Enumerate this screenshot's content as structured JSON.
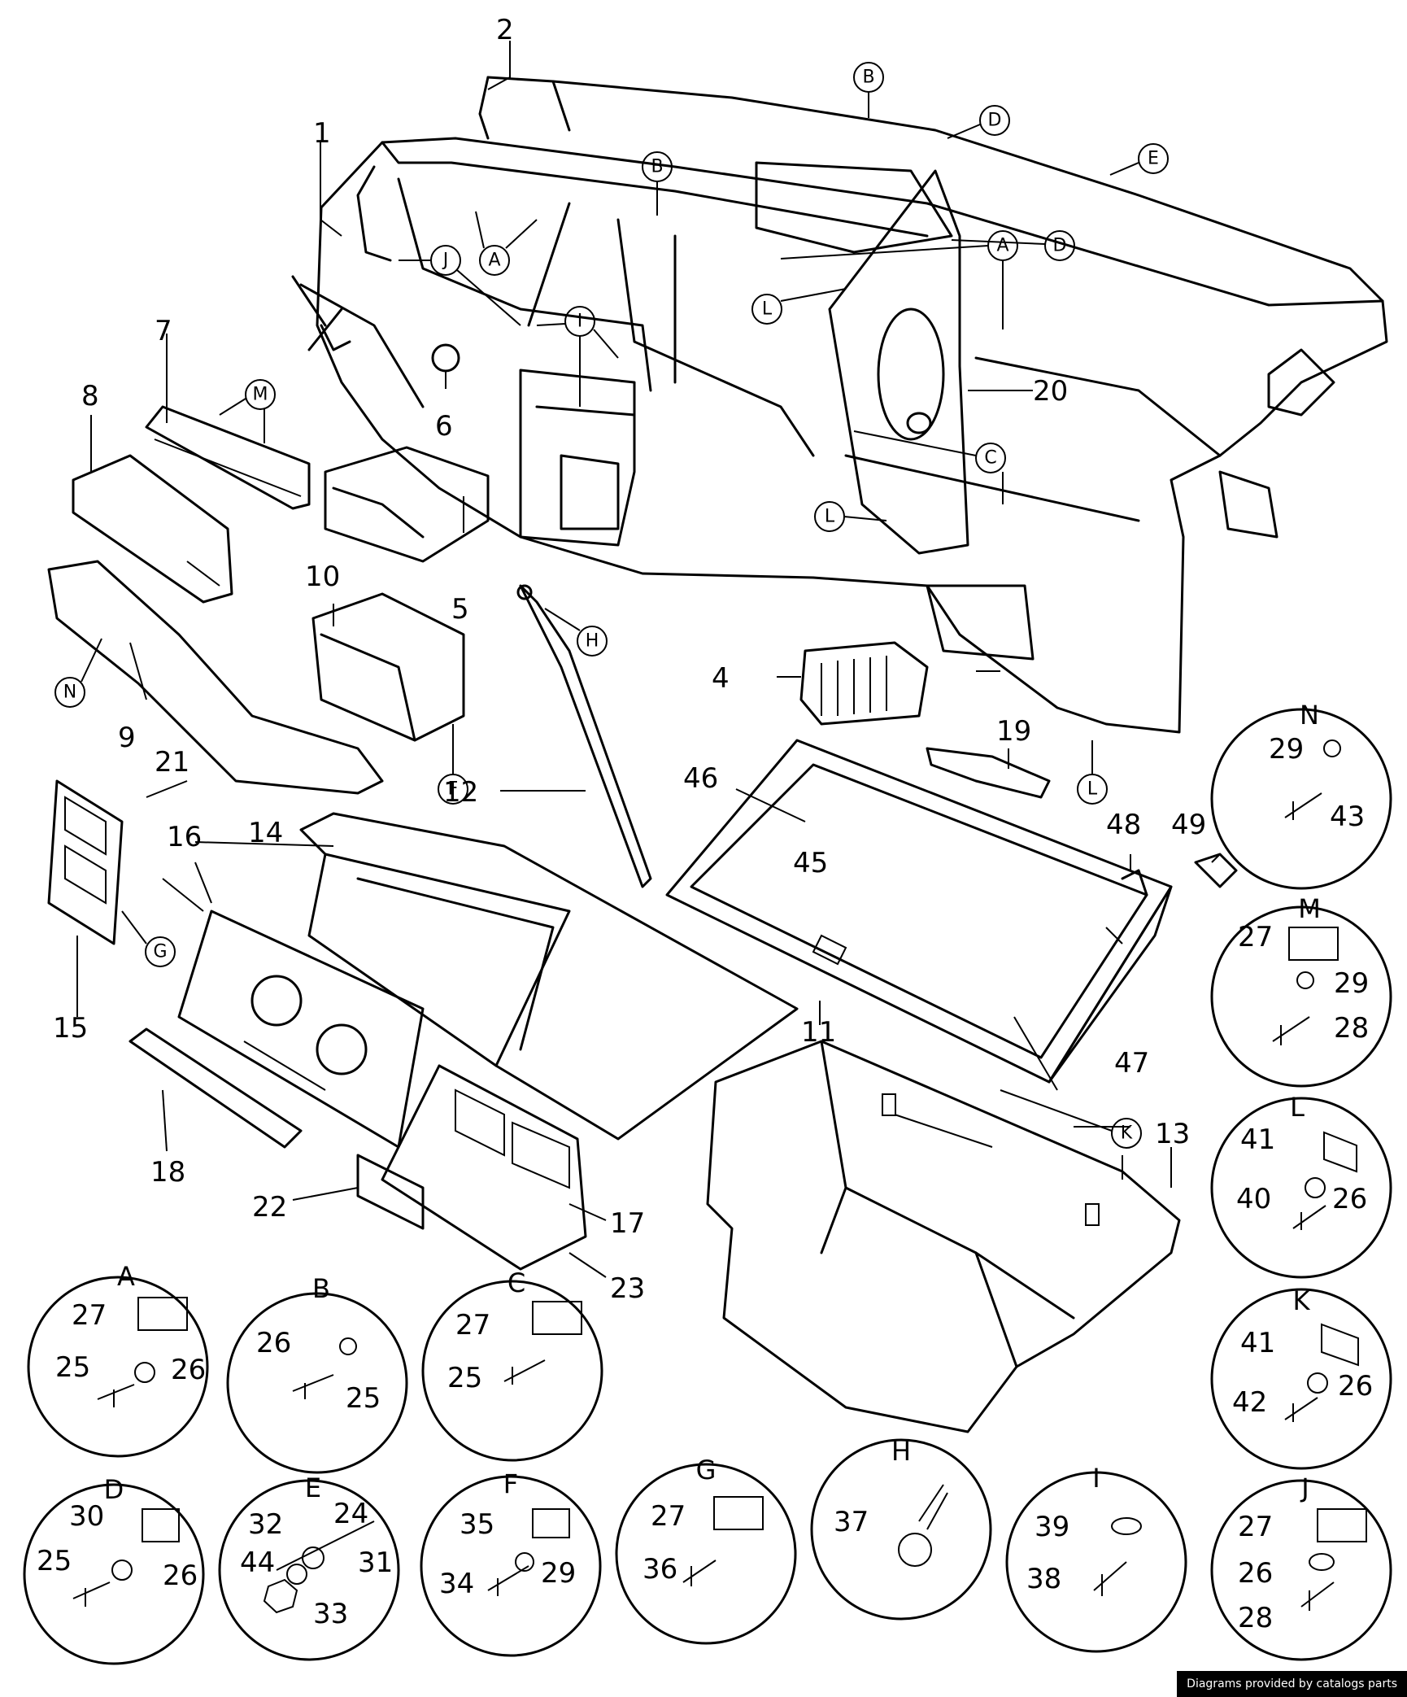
{
  "attribution": "Diagrams provided by catalogs parts",
  "callouts": {
    "n1": "1",
    "n2": "2",
    "n4": "4",
    "n5": "5",
    "n6": "6",
    "n7": "7",
    "n8": "8",
    "n9": "9",
    "n10": "10",
    "n11": "11",
    "n12": "12",
    "n13": "13",
    "n14": "14",
    "n15": "15",
    "n16": "16",
    "n17": "17",
    "n18": "18",
    "n19": "19",
    "n20": "20",
    "n21": "21",
    "n22": "22",
    "n23": "23",
    "n45": "45",
    "n46": "46",
    "n47": "47",
    "n48": "48",
    "n49": "49"
  },
  "refs": {
    "A": "A",
    "B": "B",
    "C": "C",
    "D": "D",
    "E": "E",
    "F": "F",
    "G": "G",
    "H": "H",
    "I": "I",
    "J": "J",
    "K": "K",
    "L": "L",
    "M": "M",
    "N": "N"
  },
  "details": {
    "A": {
      "title": "A",
      "labels": [
        "27",
        "25",
        "26"
      ]
    },
    "B": {
      "title": "B",
      "labels": [
        "26",
        "25"
      ]
    },
    "C": {
      "title": "C",
      "labels": [
        "27",
        "25"
      ]
    },
    "D": {
      "title": "D",
      "labels": [
        "30",
        "25",
        "26"
      ]
    },
    "E": {
      "title": "E",
      "labels": [
        "24",
        "32",
        "44",
        "31",
        "33"
      ]
    },
    "F": {
      "title": "F",
      "labels": [
        "35",
        "34",
        "29"
      ]
    },
    "G": {
      "title": "G",
      "labels": [
        "27",
        "36"
      ]
    },
    "H": {
      "title": "H",
      "labels": [
        "37"
      ]
    },
    "I": {
      "title": "I",
      "labels": [
        "39",
        "38"
      ]
    },
    "J": {
      "title": "J",
      "labels": [
        "27",
        "26",
        "28"
      ]
    },
    "K": {
      "title": "K",
      "labels": [
        "41",
        "42",
        "26"
      ]
    },
    "L": {
      "title": "L",
      "labels": [
        "41",
        "40",
        "26"
      ]
    },
    "M": {
      "title": "M",
      "labels": [
        "27",
        "29",
        "28"
      ]
    },
    "N": {
      "title": "N",
      "labels": [
        "29",
        "43"
      ]
    }
  }
}
